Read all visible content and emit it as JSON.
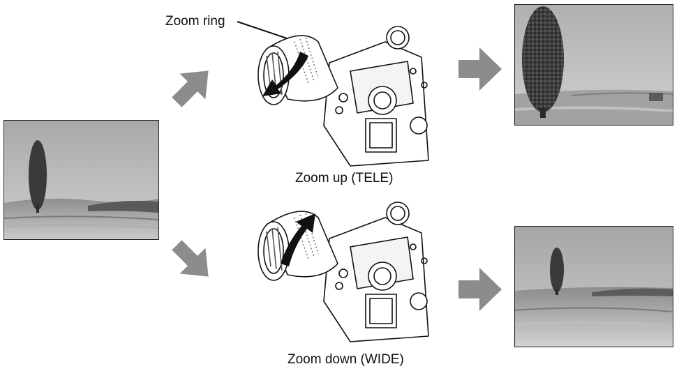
{
  "labels": {
    "zoom_ring": "Zoom ring",
    "zoom_up": "Zoom up (TELE)",
    "zoom_down": "Zoom down (WIDE)"
  },
  "colors": {
    "arrow": "#8c8c8c",
    "sky": "#b7b7b7",
    "field": "#9a9a9a",
    "tree": "#3a3a3a"
  },
  "icons": {
    "flow_arrow": "block-arrow",
    "rotation_arrow": "curved-arrow"
  }
}
